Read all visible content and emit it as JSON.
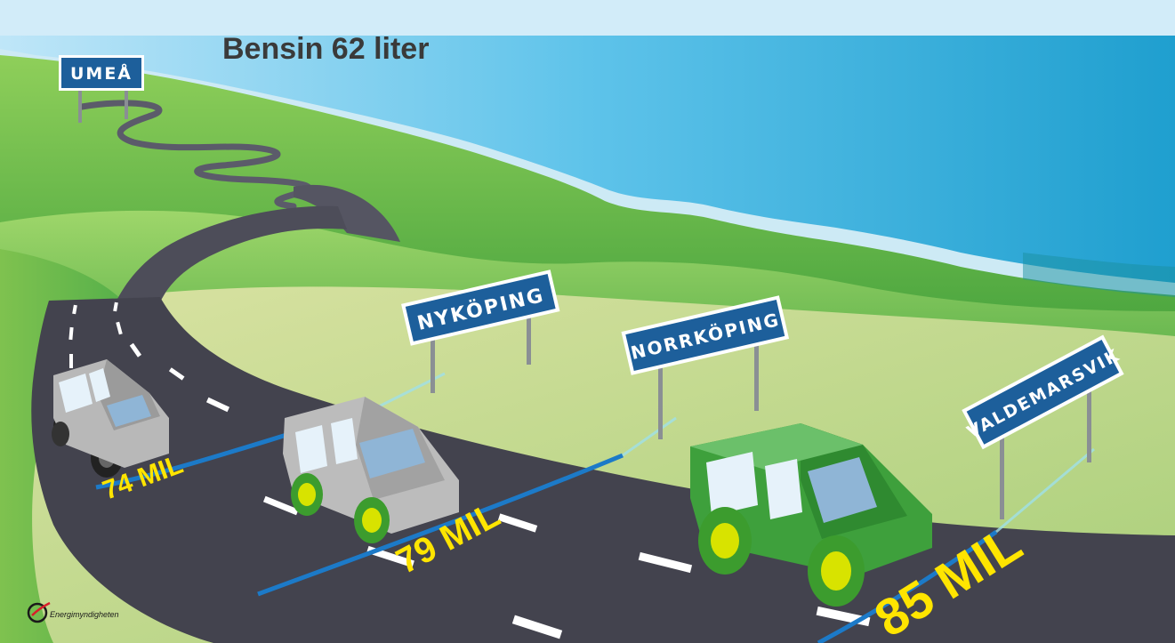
{
  "title": "Bensin 62 liter",
  "signs": {
    "umea": "UMEÅ",
    "nykoping": "NYKÖPING",
    "norrkoping": "NORRKÖPING",
    "valdemarsvik": "VALDEMARSVIK"
  },
  "distances": {
    "car1": "74 MIL",
    "car2": "79 MIL",
    "car3": "85 MIL"
  },
  "logo": {
    "text": "Energimyndigheten"
  },
  "colors": {
    "sky": "#c6e6f6",
    "sea": "#2ba6d4",
    "grass": "#5cb646",
    "road": "#45454f",
    "sign_blue": "#1d5f9b",
    "mil_yellow": "#ffe500",
    "car_gray": "#b3b3b3",
    "car_green": "#3ea03c"
  }
}
